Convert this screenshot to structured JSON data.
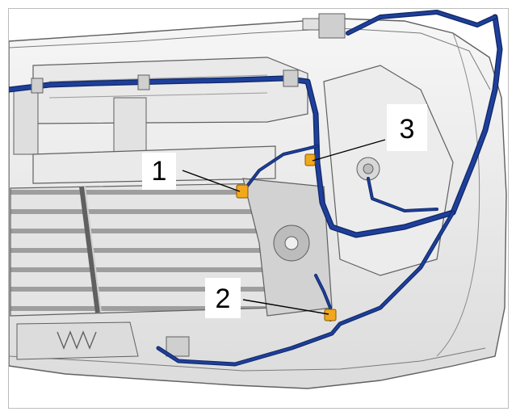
{
  "callouts": [
    {
      "id": "1",
      "label": "1"
    },
    {
      "id": "2",
      "label": "2"
    },
    {
      "id": "3",
      "label": "3"
    }
  ],
  "colors": {
    "harness": "#1e3f9a",
    "harness_dark": "#0f2766",
    "connector": "#f2a81d",
    "line": "#606060",
    "fill_light": "#efefef",
    "fill_mid": "#d6d6d6",
    "fill_dark": "#9a9a9a"
  },
  "icons": [
    "connector-1-icon",
    "connector-2-icon",
    "connector-3-icon"
  ]
}
